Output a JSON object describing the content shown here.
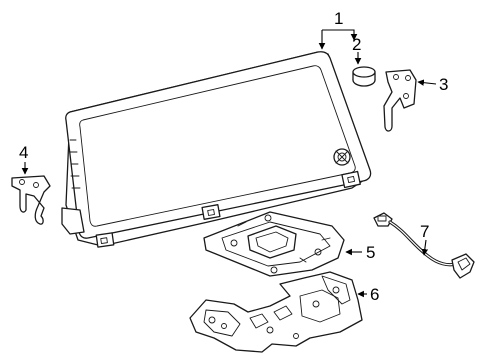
{
  "diagram": {
    "callouts": [
      "1",
      "2",
      "3",
      "4",
      "5",
      "6",
      "7"
    ]
  }
}
